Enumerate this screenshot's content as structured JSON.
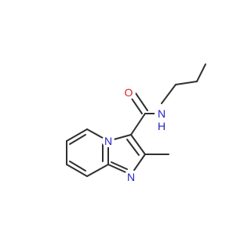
{
  "molecule": {
    "colors": {
      "bond": "#303030",
      "nitrogen": "#2323c8",
      "oxygen": "#e02020",
      "background": "#ffffff"
    },
    "atoms": {
      "carbonyl_oxygen": "O",
      "amide_nitrogen": "N",
      "amide_hydrogen": "H",
      "bridgehead_nitrogen": "N",
      "ring_nitrogen": "N"
    }
  }
}
